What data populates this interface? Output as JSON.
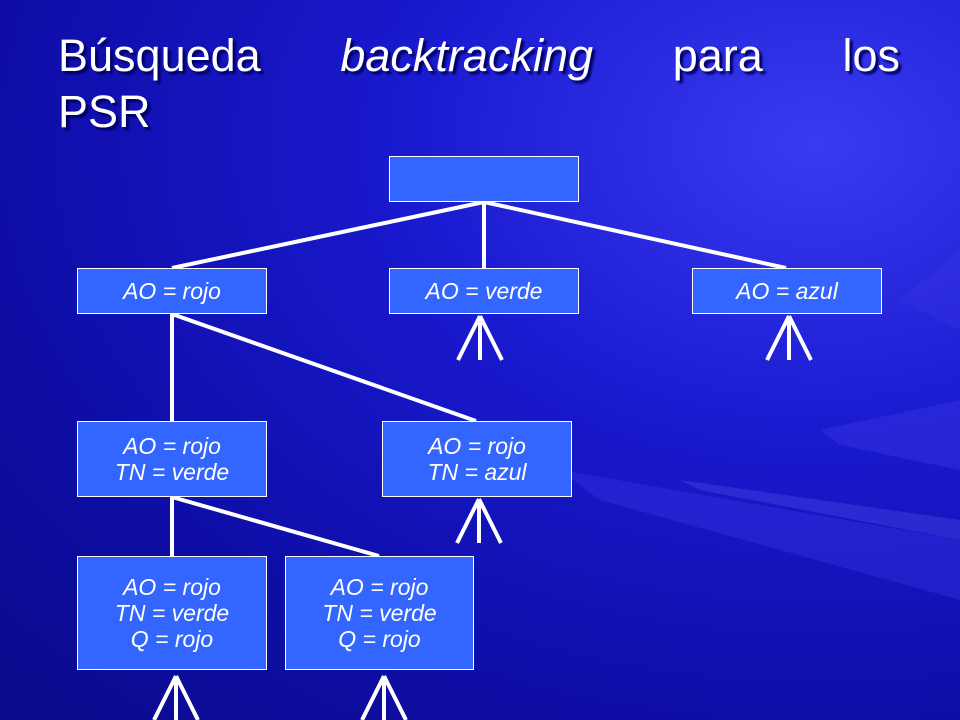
{
  "title": {
    "word1": "Búsqueda",
    "word2": "backtracking",
    "word3": "para",
    "word4": "los",
    "line2": "PSR"
  },
  "nodes": {
    "root": {
      "lines": []
    },
    "ao_rojo": {
      "lines": [
        "AO = rojo"
      ]
    },
    "ao_verde": {
      "lines": [
        "AO = verde"
      ]
    },
    "ao_azul": {
      "lines": [
        "AO = azul"
      ]
    },
    "ao_rojo_tn_verde": {
      "lines": [
        "AO = rojo",
        "TN = verde"
      ]
    },
    "ao_rojo_tn_azul": {
      "lines": [
        "AO = rojo",
        "TN = azul"
      ]
    },
    "ao_rojo_tn_verde_q_rojo_1": {
      "lines": [
        "AO = rojo",
        "TN = verde",
        "Q = rojo"
      ]
    },
    "ao_rojo_tn_verde_q_rojo_2": {
      "lines": [
        "AO = rojo",
        "TN = verde",
        "Q = rojo"
      ]
    }
  },
  "colors": {
    "node_fill": "#3366ff",
    "edge": "#ffffff",
    "background": "#1a1ad0"
  }
}
